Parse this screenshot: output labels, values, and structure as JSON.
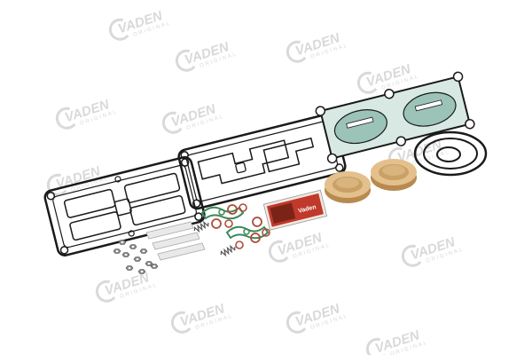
{
  "watermark": {
    "brand": "VADEN",
    "subtitle": "ORIGINAL",
    "color": "#d9d9d9"
  },
  "product": {
    "packet_label": "Vaden",
    "packet_color": "#c0392b",
    "gasket_color": "#1a1a1a",
    "valve_plate_color": "#b8d4cc",
    "brass_color": "#c9a066",
    "oring_color": "#b04a3a",
    "green_seal_color": "#3a8a5a"
  }
}
